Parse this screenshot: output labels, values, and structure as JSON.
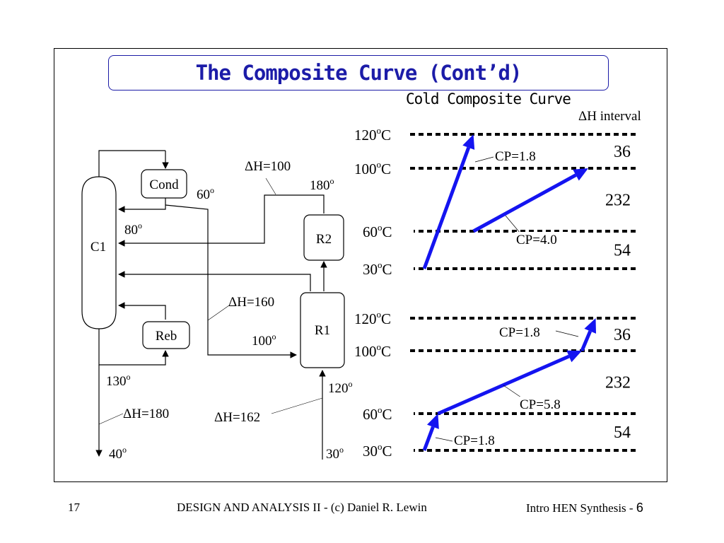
{
  "title": "The Composite Curve (Cont’d)",
  "subtitle": "Cold Composite Curve",
  "header": {
    "dh_interval": "ΔH interval"
  },
  "flowsheet": {
    "units": {
      "cond": "Cond",
      "reb": "Reb",
      "c1": "C1",
      "r1": "R1",
      "r2": "R2"
    },
    "labels": {
      "dh100": "ΔH=100",
      "t180": "180",
      "t60": "60",
      "t80": "80",
      "dh160": "ΔH=160",
      "t100": "100",
      "t130": "130",
      "t120": "120",
      "dh180": "ΔH=180",
      "dh162": "ΔH=162",
      "t40": "40",
      "t30": "30",
      "deg": "o"
    }
  },
  "chart_data": [
    {
      "type": "line",
      "name": "top",
      "temps": [
        {
          "value": 120,
          "label": "120",
          "unit": "C"
        },
        {
          "value": 100,
          "label": "100",
          "unit": "C"
        },
        {
          "value": 60,
          "label": "60",
          "unit": "C"
        },
        {
          "value": 30,
          "label": "30",
          "unit": "C"
        }
      ],
      "intervals": [
        "36",
        "232",
        "54"
      ],
      "streams": [
        {
          "name": "CP=1.8",
          "points": [
            {
              "h": 0,
              "t": 30
            },
            {
              "h": 0.6,
              "t": 120
            }
          ]
        },
        {
          "name": "CP=4.0",
          "points": [
            {
              "h": 0.6,
              "t": 60
            },
            {
              "h": 2.0,
              "t": 100
            }
          ]
        }
      ],
      "labels": [
        "CP=1.8",
        "CP=4.0"
      ]
    },
    {
      "type": "line",
      "name": "bottom",
      "temps": [
        {
          "value": 120,
          "label": "120",
          "unit": "C"
        },
        {
          "value": 100,
          "label": "100",
          "unit": "C"
        },
        {
          "value": 60,
          "label": "60",
          "unit": "C"
        },
        {
          "value": 30,
          "label": "30",
          "unit": "C"
        }
      ],
      "intervals": [
        "36",
        "232",
        "54"
      ],
      "composite": [
        {
          "h": 0,
          "t": 30
        },
        {
          "h": 0.2,
          "t": 60
        },
        {
          "h": 2.3,
          "t": 100
        },
        {
          "h": 2.5,
          "t": 120
        }
      ],
      "labels": [
        "CP=1.8",
        "CP=5.8",
        "CP=1.8"
      ]
    }
  ],
  "footer": {
    "left": "17",
    "center": "DESIGN AND ANALYSIS II - (c) Daniel R. Lewin",
    "right": "Intro HEN Synthesis - ",
    "page": "6"
  }
}
